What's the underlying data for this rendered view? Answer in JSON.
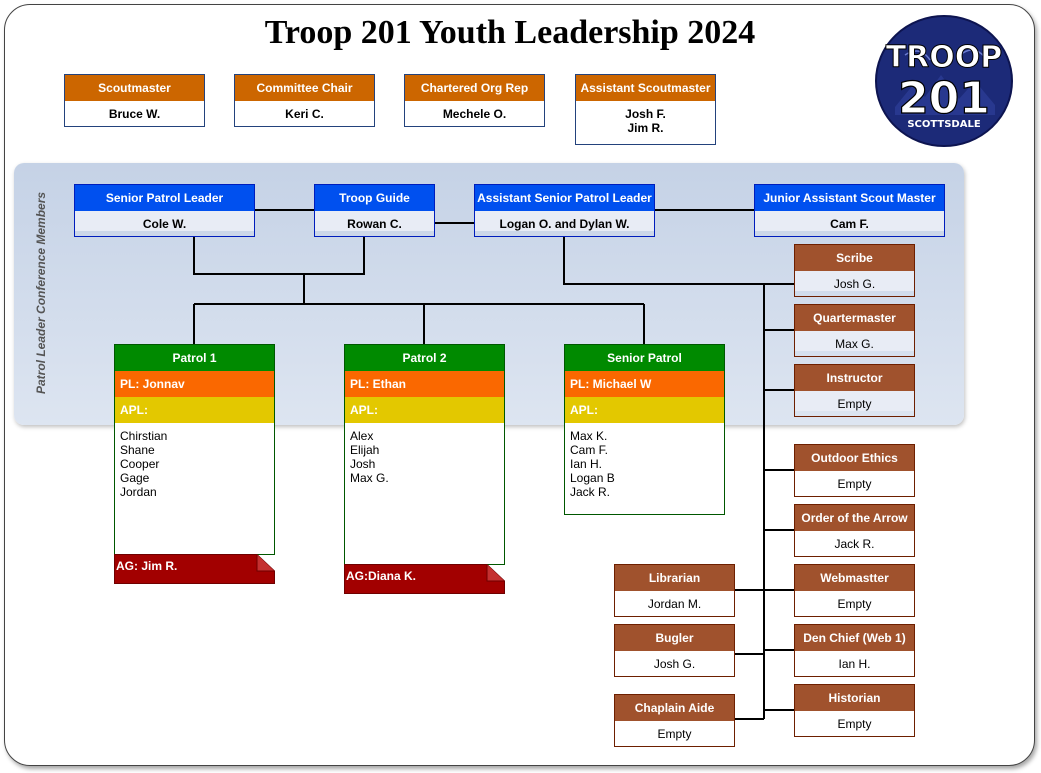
{
  "title": "Troop 201 Youth Leadership 2024",
  "side_label": "Patrol Leader Conference Members",
  "logo": {
    "top": "TROOP",
    "number": "201",
    "bottom": "SCOTTSDALE"
  },
  "adults": [
    {
      "role": "Scoutmaster",
      "names": [
        "Bruce W."
      ]
    },
    {
      "role": "Committee Chair",
      "names": [
        "Keri C."
      ]
    },
    {
      "role": "Chartered Org Rep",
      "names": [
        "Mechele O."
      ]
    },
    {
      "role": "Assistant Scoutmaster",
      "names": [
        "Josh F.",
        "Jim R."
      ]
    }
  ],
  "youth_leads": [
    {
      "role": "Senior Patrol Leader",
      "name": "Cole W."
    },
    {
      "role": "Troop Guide",
      "name": "Rowan C."
    },
    {
      "role": "Assistant Senior Patrol Leader",
      "name": "Logan O. and Dylan W."
    },
    {
      "role": "Junior Assistant Scout Master",
      "name": "Cam F."
    }
  ],
  "patrols": [
    {
      "name": "Patrol 1",
      "pl": "PL: Jonnav",
      "apl": "APL:",
      "members": [
        "Chirstian",
        "Shane",
        "Cooper",
        "Gage",
        "Jordan"
      ],
      "ag": "AG: Jim R."
    },
    {
      "name": "Patrol 2",
      "pl": "PL: Ethan",
      "apl": "APL:",
      "members": [
        "Alex",
        "Elijah",
        "Josh",
        "Max G."
      ],
      "ag": "AG:Diana K."
    },
    {
      "name": "Senior Patrol",
      "pl": "PL: Michael W",
      "apl": "APL:",
      "members": [
        "Max K.",
        "Cam F.",
        "Ian H.",
        "Logan B",
        "Jack R."
      ]
    }
  ],
  "positions_right": [
    {
      "role": "Scribe",
      "name": "Josh G."
    },
    {
      "role": "Quartermaster",
      "name": "Max G."
    },
    {
      "role": "Instructor",
      "name": "Empty"
    },
    {
      "role": "Outdoor Ethics",
      "name": "Empty"
    },
    {
      "role": "Order of the Arrow",
      "name": "Jack R."
    },
    {
      "role": "Webmastter",
      "name": "Empty"
    },
    {
      "role": "Den Chief (Web 1)",
      "name": "Ian H."
    },
    {
      "role": "Historian",
      "name": "Empty"
    }
  ],
  "positions_left": [
    {
      "role": "Librarian",
      "name": "Jordan M."
    },
    {
      "role": "Bugler",
      "name": "Josh G."
    },
    {
      "role": "Chaplain Aide",
      "name": "Empty"
    }
  ],
  "colors": {
    "adult_header": "#cc6600",
    "youth_header": "#0050ef",
    "position_header": "#a0522d",
    "patrol_header": "#008a00",
    "pl_bar": "#fa6800",
    "apl_bar": "#e3c800",
    "ag_tag": "#a20025",
    "logo_bg": "#1a237e"
  }
}
